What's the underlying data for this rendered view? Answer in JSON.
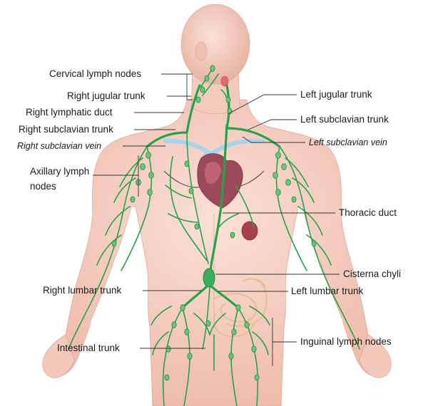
{
  "diagram": {
    "labels": {
      "cervical_lymph_nodes": "Cervical lymph nodes",
      "right_jugular_trunk": "Right jugular trunk",
      "right_lymphatic_duct": "Right lymphatic duct",
      "right_subclavian_trunk": "Right subclavian trunk",
      "right_subclavian_vein": "Right subclavian vein",
      "axillary_lymph_nodes_line1": "Axillary lymph",
      "axillary_lymph_nodes_line2": "nodes",
      "left_jugular_trunk": "Left jugular trunk",
      "left_subclavian_trunk": "Left subclavian trunk",
      "left_subclavian_vein": "Left subclavian vein",
      "thoracic_duct": "Thoracic duct",
      "cisterna_chyli": "Cisterna chyli",
      "right_lumbar_trunk": "Right lumbar trunk",
      "left_lumbar_trunk": "Left lumbar trunk",
      "intestinal_trunk": "Intestinal trunk",
      "inguinal_lymph_nodes": "Inguinal lymph nodes"
    },
    "colors": {
      "skin": "#f6d3c7",
      "skin_shadow": "#e8b5a6",
      "lymph": "#23a449",
      "heart": "#9b4a5a",
      "vessel_blue": "#9ecbe8",
      "intestine": "#f0c9a0"
    }
  }
}
